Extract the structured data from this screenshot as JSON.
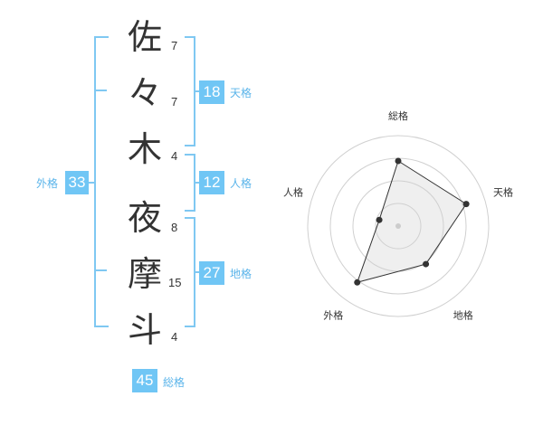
{
  "name_chars": [
    {
      "char": "佐",
      "strokes": "7"
    },
    {
      "char": "々",
      "strokes": "7"
    },
    {
      "char": "木",
      "strokes": "4"
    },
    {
      "char": "夜",
      "strokes": "8"
    },
    {
      "char": "摩",
      "strokes": "15"
    },
    {
      "char": "斗",
      "strokes": "4"
    }
  ],
  "fortunes": {
    "tenkaku": {
      "label": "天格",
      "value": "18"
    },
    "jinkaku": {
      "label": "人格",
      "value": "12"
    },
    "chikaku": {
      "label": "地格",
      "value": "27"
    },
    "gaikaku": {
      "label": "外格",
      "value": "33"
    },
    "soukaku": {
      "label": "総格",
      "value": "45"
    }
  },
  "colors": {
    "accent": "#70c6f5",
    "bracket": "#7fc8f2",
    "text": "#333333",
    "ring": "#d0d0d0"
  },
  "chart_data": {
    "type": "radar",
    "axes": [
      "総格",
      "天格",
      "地格",
      "外格",
      "人格"
    ],
    "values": [
      0.72,
      0.79,
      0.52,
      0.77,
      0.22
    ],
    "range": [
      0,
      1
    ],
    "rings": 4
  }
}
